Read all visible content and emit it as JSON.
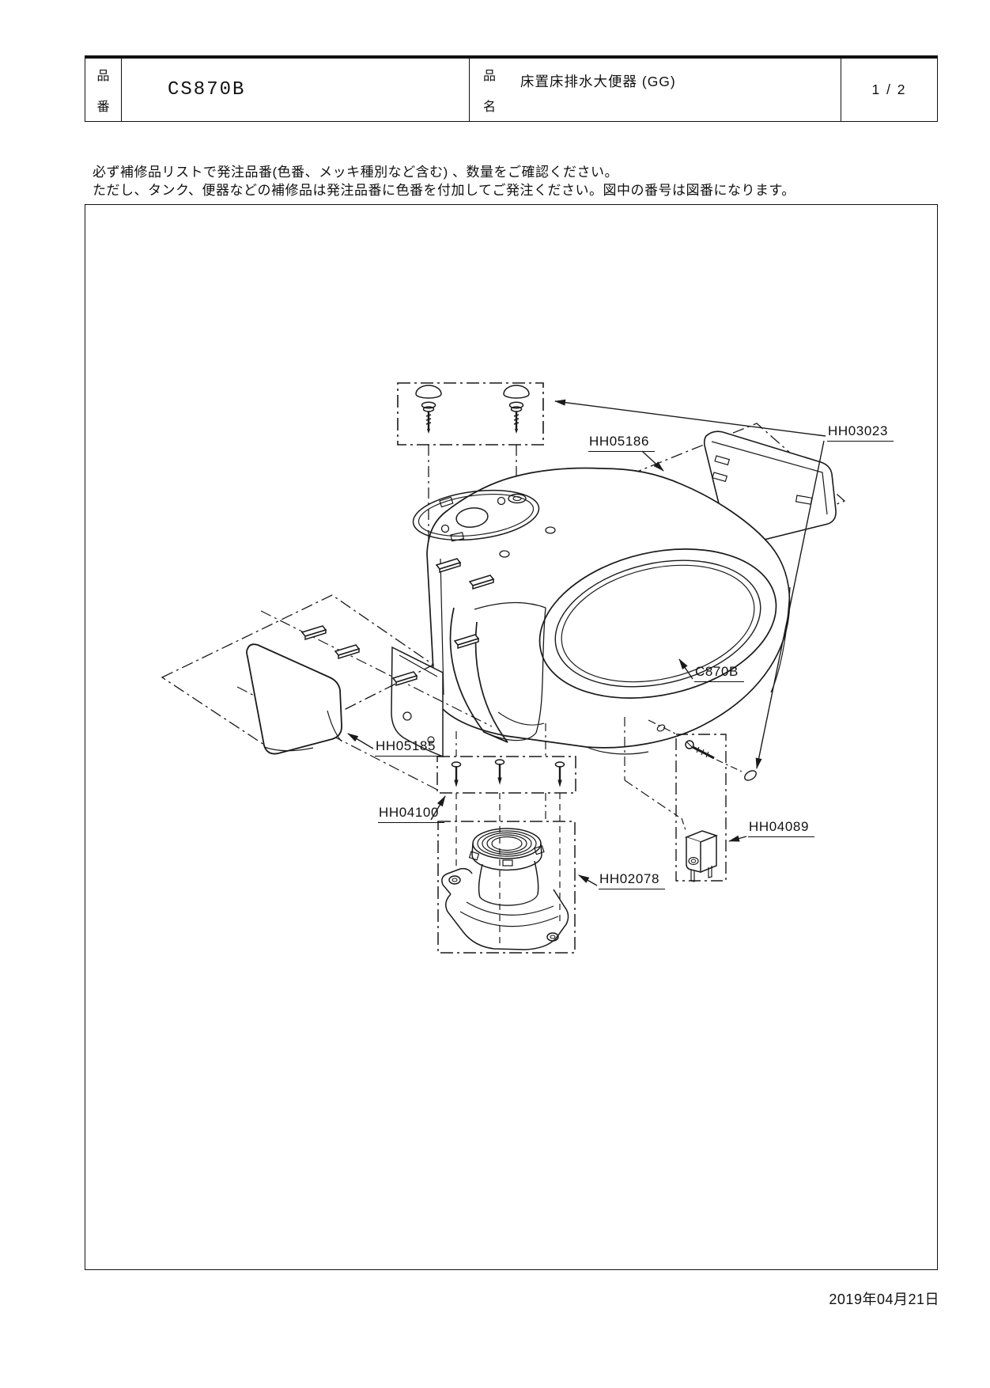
{
  "header": {
    "part_number_label_chars": [
      "品",
      "番"
    ],
    "part_number": "CS870B",
    "product_name_label_chars": [
      "品",
      "名"
    ],
    "product_name": "床置床排水大便器 (GG)",
    "page_indicator": "1 / 2"
  },
  "notice": {
    "line1": "必ず補修品リストで発注品番(色番、メッキ種別など含む) 、数量をご確認ください。",
    "line2": "ただし、タンク、便器などの補修品は発注品番に色番を付加してご発注ください。図中の番号は図番になります。"
  },
  "diagram": {
    "labels": [
      "HH05186",
      "HH03023",
      "C870B",
      "HH05185",
      "HH04100",
      "HH02078",
      "HH04089"
    ]
  },
  "footer": {
    "date": "2019年04月21日"
  },
  "colors": {
    "ink": "#1a1a1a",
    "paper": "#ffffff"
  }
}
